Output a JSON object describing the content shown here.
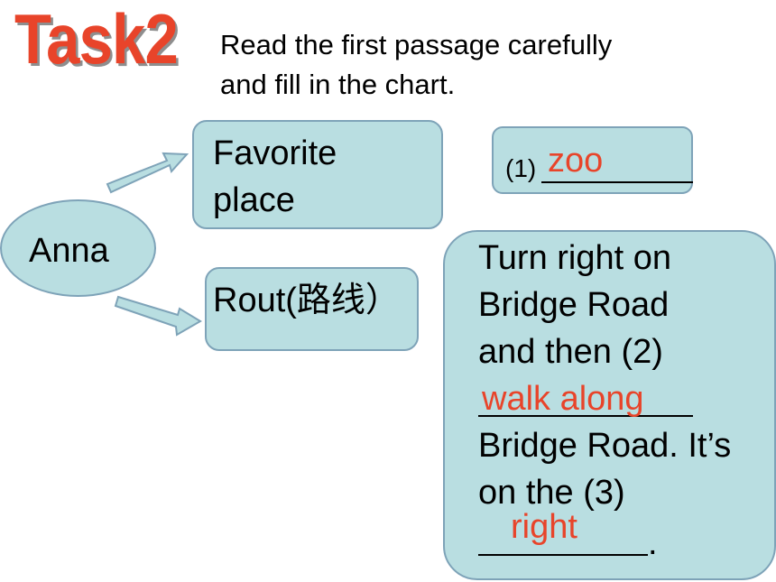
{
  "title": "Task2",
  "instruction": {
    "line1": "Read the first passage carefully",
    "line2": "and fill in the chart."
  },
  "person": "Anna",
  "favorite_place": {
    "line1": "Favorite",
    "line2": "place"
  },
  "route_label": "Rout(路线）",
  "blank1": {
    "prefix": "(1)",
    "answer": "zoo"
  },
  "route_text": {
    "line1": "Turn right on",
    "line2": "Bridge Road",
    "line3": "and then (2)",
    "line5": "Bridge Road. It’s",
    "line6": "on the (3)",
    "period": "."
  },
  "answers": {
    "blank2": "walk along",
    "blank3": "right"
  },
  "colors": {
    "box_fill": "#b9dee1",
    "box_border": "#7ea3b8",
    "answer_red": "#e8442a"
  }
}
